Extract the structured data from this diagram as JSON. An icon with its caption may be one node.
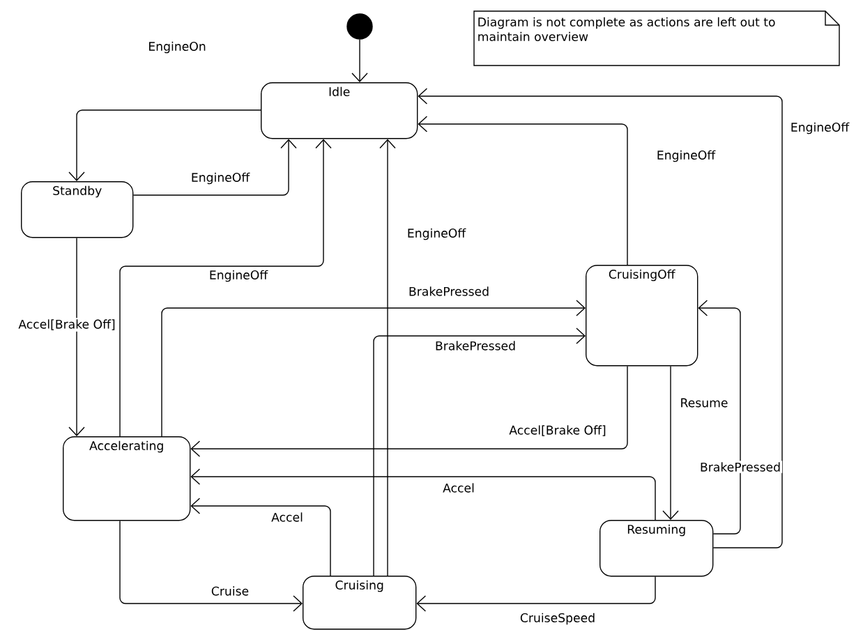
{
  "diagram": {
    "nodes": [
      {
        "text": [],
        "shape": "circle"
      },
      {
        "text": [
          "Idle"
        ]
      },
      {
        "text": [
          "Standby"
        ]
      },
      {
        "text": [
          "CruisingOff"
        ]
      },
      {
        "text": [
          "Accelerating"
        ]
      },
      {
        "text": [
          "Resuming"
        ]
      },
      {
        "text": [
          "Cruising"
        ]
      },
      {
        "text": [
          "Diagram is not complete as actions are left out to maintain overview"
        ]
      }
    ],
    "edges": [
      {
        "from": 0,
        "to": 1,
        "arrow": "to"
      },
      {
        "from": 1,
        "to": 2,
        "arrow": "to",
        "label": "EngineOn"
      },
      {
        "from": 2,
        "to": 1,
        "arrow": "to",
        "label": "EngineOff"
      },
      {
        "from": 2,
        "to": 4,
        "arrow": "to",
        "label": "Accel[Brake Off]"
      },
      {
        "from": 4,
        "to": 1,
        "arrow": "to",
        "label": "EngineOff"
      },
      {
        "from": 6,
        "to": 1,
        "arrow": "to",
        "label": "EngineOff"
      },
      {
        "from": 3,
        "to": 1,
        "arrow": "to",
        "label": "EngineOff"
      },
      {
        "from": 5,
        "to": 1,
        "arrow": "to",
        "label": "EngineOff"
      },
      {
        "from": 4,
        "to": 3,
        "arrow": "to",
        "label": "BrakePressed"
      },
      {
        "from": 6,
        "to": 3,
        "arrow": "to",
        "label": "BrakePressed"
      },
      {
        "from": 3,
        "to": 4,
        "arrow": "to",
        "label": "Accel[Brake Off]"
      },
      {
        "from": 3,
        "to": 5,
        "arrow": "to",
        "label": "Resume"
      },
      {
        "from": 5,
        "to": 3,
        "arrow": "to",
        "label": "BrakePressed"
      },
      {
        "from": 5,
        "to": 4,
        "arrow": "to",
        "label": "Accel"
      },
      {
        "from": 6,
        "to": 4,
        "arrow": "to",
        "label": "Accel"
      },
      {
        "from": 4,
        "to": 6,
        "arrow": "to",
        "label": "Cruise"
      },
      {
        "from": 5,
        "to": 6,
        "arrow": "to",
        "label": "CruiseSpeed"
      }
    ]
  }
}
